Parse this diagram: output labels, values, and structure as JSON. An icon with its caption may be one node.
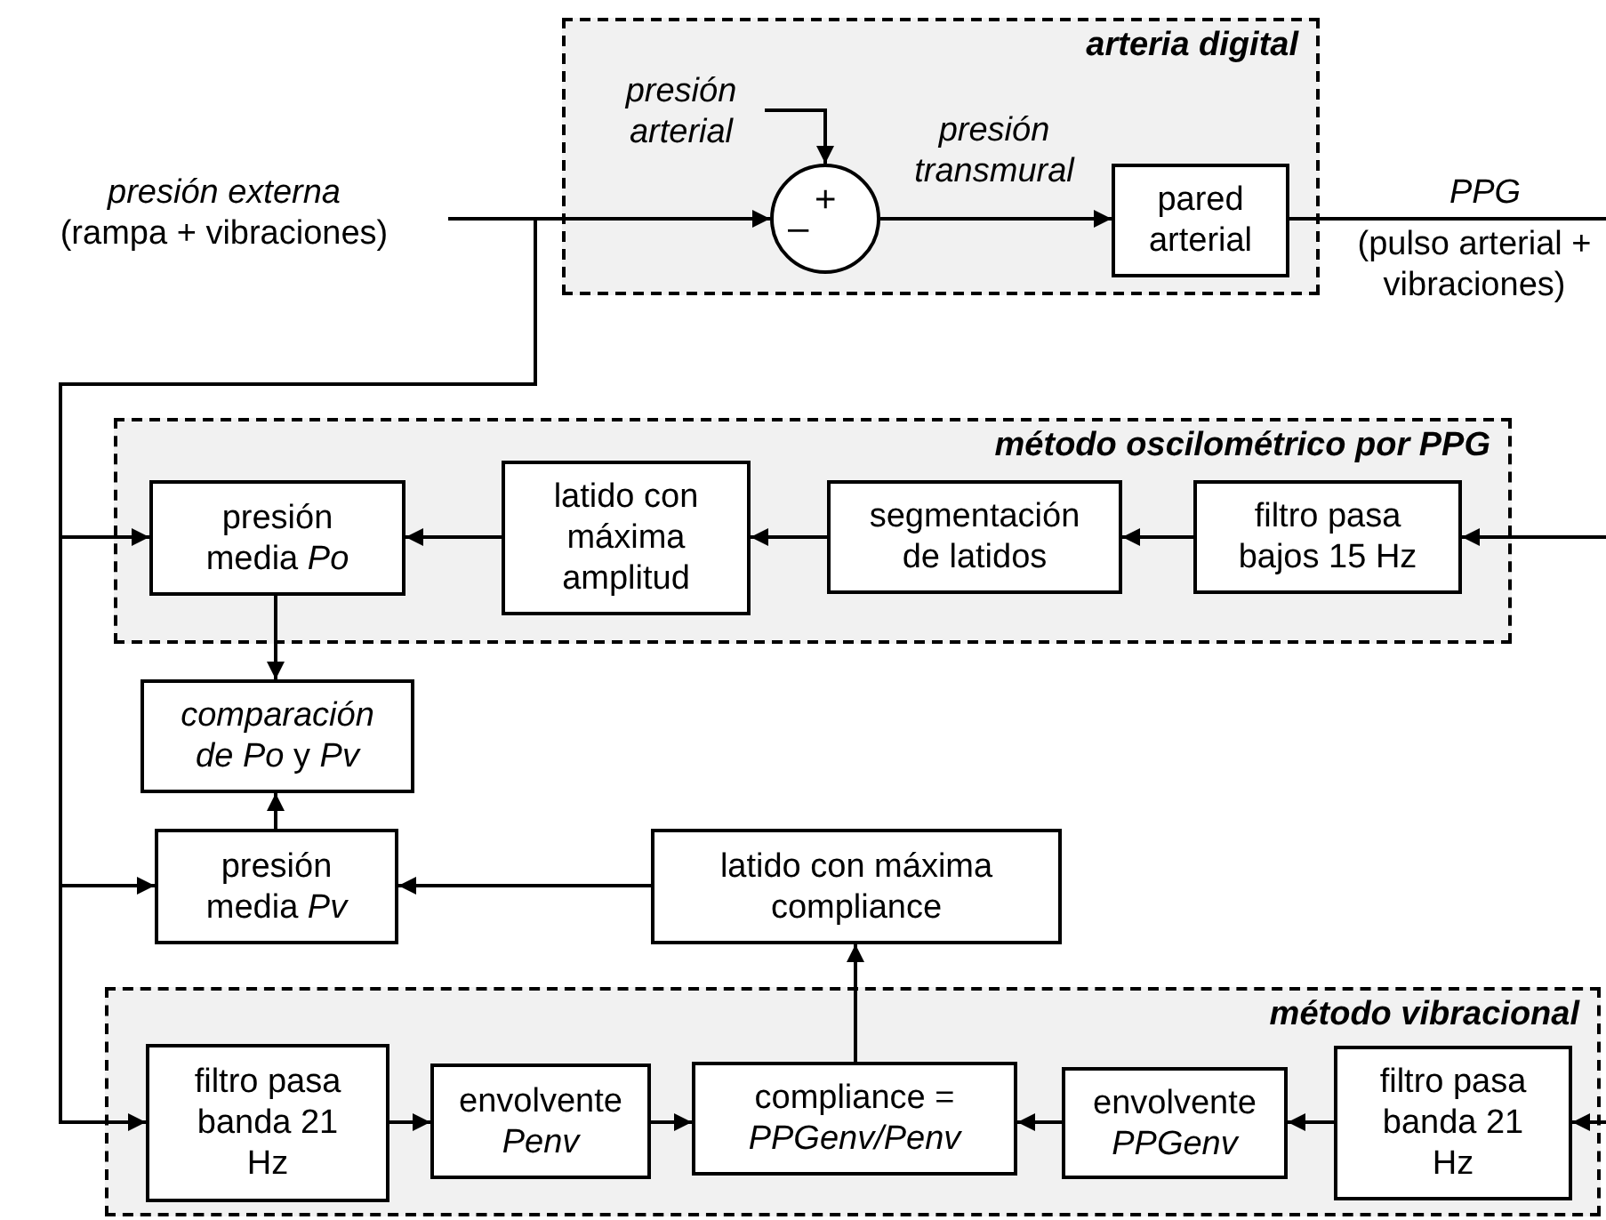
{
  "diagram": {
    "nodes": [
      {
        "text": [
          "arteria digital"
        ]
      },
      {
        "text": [
          "presión externa",
          "(rampa + vibraciones)"
        ]
      },
      {
        "text": [
          "presión arterial"
        ],
        "in": 0
      },
      {
        "text": [
          "+",
          "–"
        ],
        "in": 0
      },
      {
        "text": [
          "pared arterial"
        ],
        "in": 0
      },
      {
        "text": [
          "método oscilométrico por PPG"
        ]
      },
      {
        "text": [
          "presión media *Po*"
        ],
        "in": 5
      },
      {
        "text": [
          "latido con máxima amplitud"
        ],
        "in": 5
      },
      {
        "text": [
          "segmentación de latidos"
        ],
        "in": 5
      },
      {
        "text": [
          "filtro pasa bajos 15 Hz"
        ],
        "in": 5
      },
      {
        "text": [
          "*comparación de Po* y *Pv*"
        ]
      },
      {
        "text": [
          "presión media *Pv*"
        ]
      },
      {
        "text": [
          "latido con máxima compliance"
        ]
      },
      {
        "text": [
          "método vibracional"
        ]
      },
      {
        "text": [
          "filtro pasa banda 21 Hz"
        ],
        "in": 13
      },
      {
        "text": [
          "envolvente *Penv*"
        ],
        "in": 13
      },
      {
        "text": [
          "compliance = *PPGenv/Penv*"
        ],
        "in": 13
      },
      {
        "text": [
          "envolvente *PPGenv*"
        ],
        "in": 13
      },
      {
        "text": [
          "filtro pasa banda 21 Hz"
        ],
        "in": 13
      }
    ],
    "edges": [
      {
        "from": 1,
        "to": 3,
        "arrow": "to"
      },
      {
        "from": 2,
        "to": 3,
        "arrow": "to"
      },
      {
        "from": 3,
        "to": 4,
        "arrow": "to",
        "label": "presión transmural"
      },
      {
        "from": 4,
        "to": null,
        "arrow": "none",
        "label": "PPG"
      },
      {
        "from": null,
        "to": 9,
        "arrow": "to"
      },
      {
        "from": null,
        "to": 18,
        "arrow": "to"
      },
      {
        "from": 1,
        "to": 6,
        "arrow": "to"
      },
      {
        "from": 1,
        "to": 11,
        "arrow": "to"
      },
      {
        "from": 1,
        "to": 14,
        "arrow": "to"
      },
      {
        "from": 9,
        "to": 8,
        "arrow": "to"
      },
      {
        "from": 8,
        "to": 7,
        "arrow": "to"
      },
      {
        "from": 7,
        "to": 6,
        "arrow": "to"
      },
      {
        "from": 6,
        "to": 10,
        "arrow": "to"
      },
      {
        "from": 11,
        "to": 10,
        "arrow": "to"
      },
      {
        "from": 12,
        "to": 11,
        "arrow": "to"
      },
      {
        "from": 16,
        "to": 12,
        "arrow": "to"
      },
      {
        "from": 14,
        "to": 15,
        "arrow": "to"
      },
      {
        "from": 15,
        "to": 16,
        "arrow": "to"
      },
      {
        "from": 17,
        "to": 16,
        "arrow": "to"
      },
      {
        "from": 18,
        "to": 17,
        "arrow": "to"
      }
    ],
    "labels": [
      "(pulso arterial + vibraciones)"
    ]
  }
}
